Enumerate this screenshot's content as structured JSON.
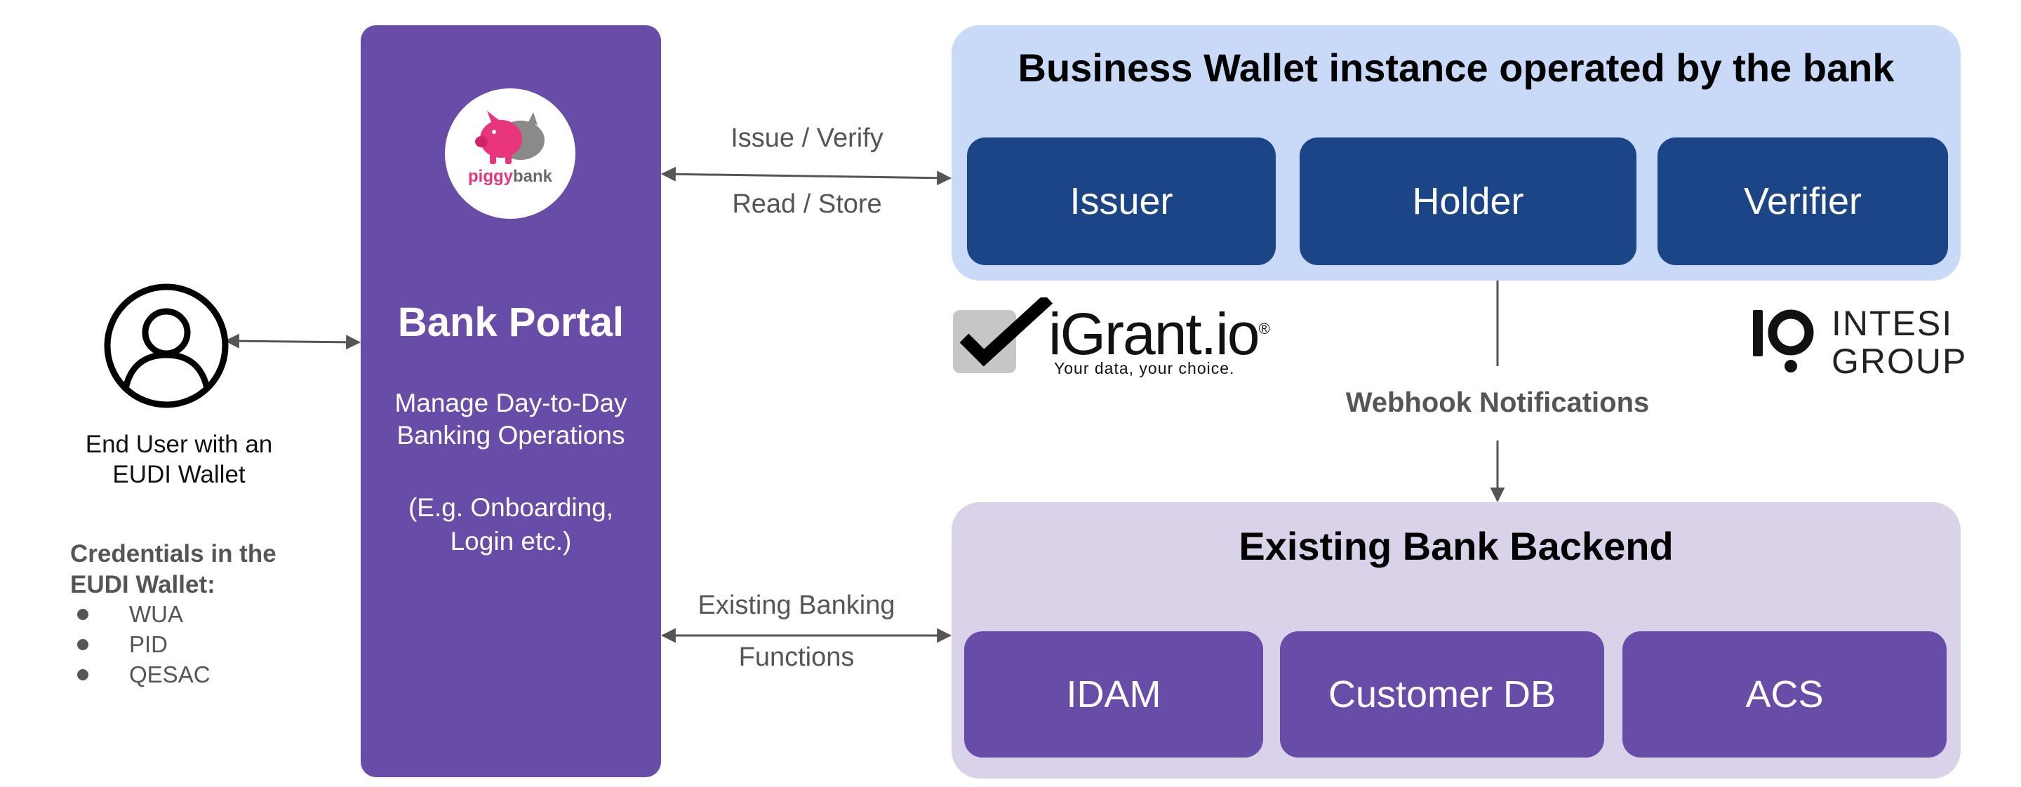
{
  "end_user": {
    "icon": "user-icon",
    "label_line1": "End User with an",
    "label_line2": "EUDI Wallet",
    "credentials_title_line1": "Credentials in the",
    "credentials_title_line2": "EUDI Wallet:",
    "credentials": [
      "WUA",
      "PID",
      "QESAC"
    ]
  },
  "bank_portal": {
    "logo_text_1": "piggy",
    "logo_text_2": "bank",
    "title": "Bank Portal",
    "desc_line1": "Manage Day-to-Day",
    "desc_line2": "Banking Operations",
    "example_line1": "(E.g. Onboarding,",
    "example_line2": "Login etc.)"
  },
  "edges": {
    "issue_verify": "Issue / Verify",
    "read_store": "Read / Store",
    "existing_banking": "Existing Banking",
    "functions": "Functions",
    "webhook": "Webhook Notifications"
  },
  "business_wallet": {
    "title": "Business Wallet instance operated by the bank",
    "components": [
      "Issuer",
      "Holder",
      "Verifier"
    ]
  },
  "backend": {
    "title": "Existing Bank Backend",
    "components": [
      "IDAM",
      "Customer DB",
      "ACS"
    ]
  },
  "partners": {
    "igrant_name": "iGrant.io",
    "igrant_reg": "®",
    "igrant_tagline": "Your data, your choice.",
    "intesi_line1": "INTESI",
    "intesi_line2": "GROUP"
  },
  "colors": {
    "portal_purple": "#674da7",
    "wallet_bg": "#c9daf8",
    "wallet_box": "#1c4587",
    "backend_bg": "#d9d2e9",
    "label_gray": "#555555"
  }
}
